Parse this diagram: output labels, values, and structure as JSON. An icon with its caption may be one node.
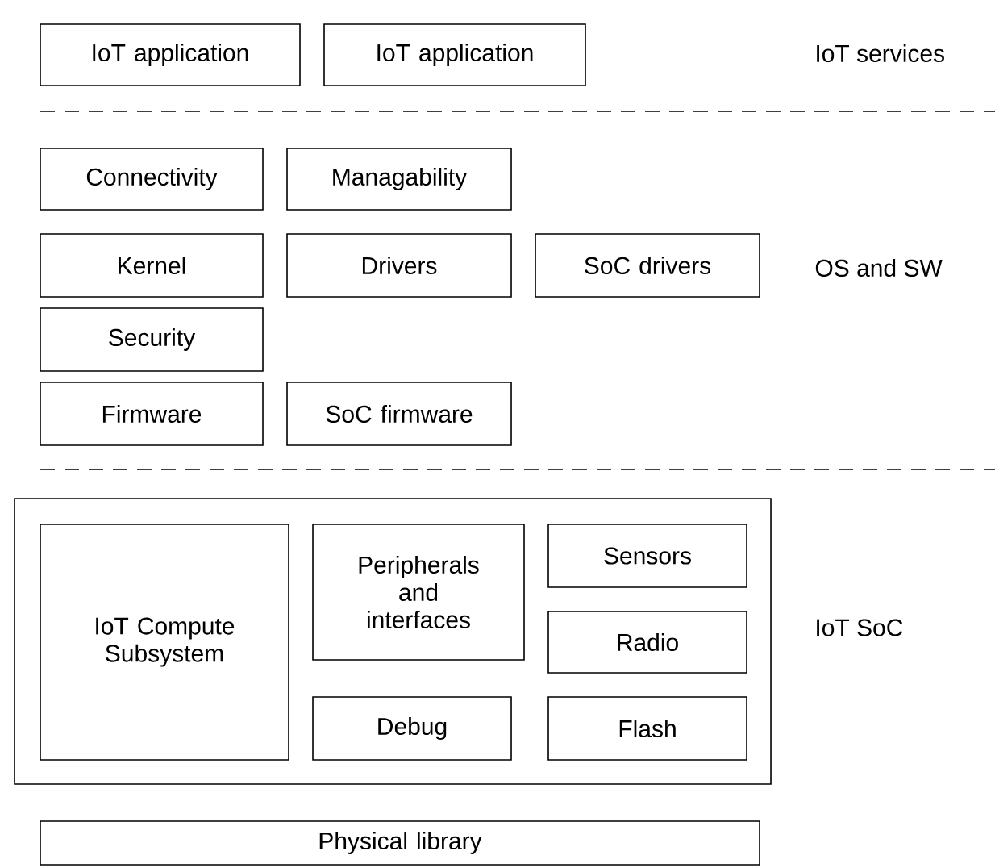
{
  "diagram": {
    "nodes": [
      {
        "text": [
          "IoT application"
        ]
      },
      {
        "text": [
          "IoT application"
        ]
      },
      {
        "text": [
          "Connectivity"
        ]
      },
      {
        "text": [
          "Managability"
        ]
      },
      {
        "text": [
          "Kernel"
        ]
      },
      {
        "text": [
          "Drivers"
        ]
      },
      {
        "text": [
          "SoC drivers"
        ]
      },
      {
        "text": [
          "Security"
        ]
      },
      {
        "text": [
          "Firmware"
        ]
      },
      {
        "text": [
          "SoC firmware"
        ]
      },
      {
        "text": [],
        "shape": "box"
      },
      {
        "text": [
          "IoT Compute Subsystem"
        ],
        "in": 10
      },
      {
        "text": [
          "Peripherals and interfaces"
        ],
        "in": 10
      },
      {
        "text": [
          "Sensors"
        ],
        "in": 10
      },
      {
        "text": [
          "Radio"
        ],
        "in": 10
      },
      {
        "text": [
          "Debug"
        ],
        "in": 10
      },
      {
        "text": [
          "Flash"
        ],
        "in": 10
      },
      {
        "text": [
          "Physical library"
        ]
      }
    ],
    "labels": [
      "IoT services",
      "OS and SW",
      "IoT SoC"
    ]
  }
}
